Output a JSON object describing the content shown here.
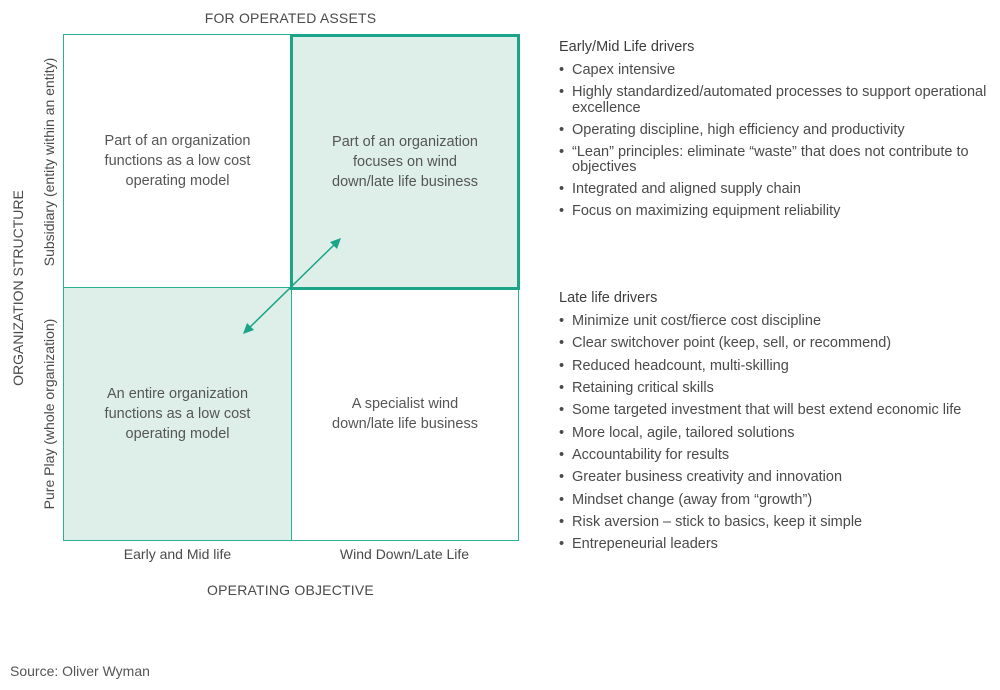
{
  "top_title": "FOR OPERATED ASSETS",
  "x_axis": {
    "title": "OPERATING OBJECTIVE",
    "labels": [
      "Early and Mid life",
      "Wind Down/Late Life"
    ]
  },
  "y_axis": {
    "title": "ORGANIZATION STRUCTURE",
    "labels": [
      "Subsidiary (entity within an entity)",
      "Pure Play (whole organization)"
    ]
  },
  "quadrants": {
    "top_left": "Part of an organization functions as a low cost operating model",
    "top_right": "Part of an organization focuses on wind down/late life business",
    "bottom_left": "An entire organization functions as a low cost operating model",
    "bottom_right": "A specialist wind down/late life business"
  },
  "colors": {
    "accent": "#1ba487",
    "border": "#2bb094",
    "shade": "#deefe9"
  },
  "early_drivers": {
    "title": "Early/Mid Life drivers",
    "items": [
      "Capex intensive",
      "Highly standardized/automated processes to support operational excellence",
      "Operating discipline, high efficiency and productivity",
      "“Lean” principles: eliminate “waste” that does not contribute to objectives",
      "Integrated and aligned supply chain",
      "Focus on maximizing equipment reliability"
    ]
  },
  "late_drivers": {
    "title": "Late life drivers",
    "items": [
      "Minimize unit cost/fierce cost discipline",
      "Clear switchover point (keep, sell, or recommend)",
      "Reduced headcount, multi-skilling",
      "Retaining critical skills",
      "Some targeted investment that will best extend economic life",
      "More local, agile, tailored solutions",
      "Accountability for results",
      "Greater business creativity and innovation",
      "Mindset change (away from “growth”)",
      "Risk aversion – stick to basics, keep it simple",
      "Entrepeneurial leaders"
    ]
  },
  "source": "Source: Oliver Wyman"
}
